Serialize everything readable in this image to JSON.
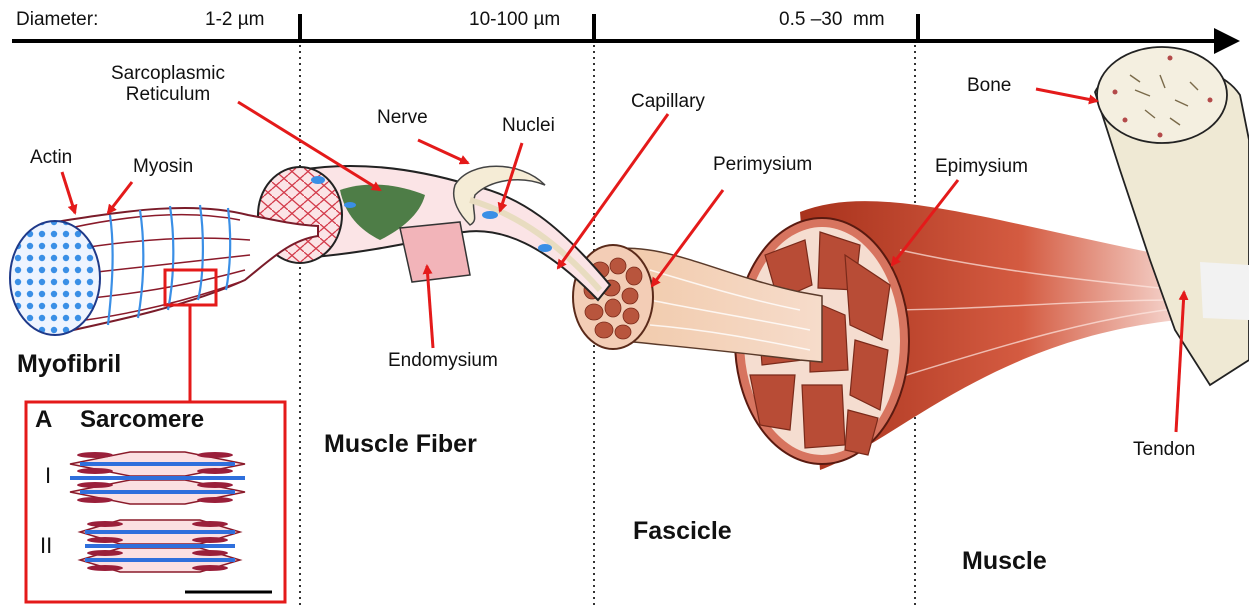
{
  "scale": {
    "title": "Diameter:",
    "ranges": [
      "1-2 µm",
      "10-100 µm",
      "0.5 –30  mm"
    ]
  },
  "sections": {
    "myofibril": "Myofibril",
    "muscle_fiber": "Muscle Fiber",
    "fascicle": "Fascicle",
    "muscle": "Muscle"
  },
  "labels": {
    "actin": "Actin",
    "myosin": "Myosin",
    "sarcoplasmic_reticulum": "Sarcoplasmic\nReticulum",
    "nerve": "Nerve",
    "nuclei": "Nuclei",
    "endomysium": "Endomysium",
    "capillary": "Capillary",
    "perimysium": "Perimysium",
    "epimysium": "Epimysium",
    "bone": "Bone",
    "tendon": "Tendon"
  },
  "inset": {
    "panel_letter": "A",
    "title": "Sarcomere",
    "row_i": "I",
    "row_ii": "II"
  },
  "colors": {
    "arrow": "#e41a1a",
    "actin_blue": "#3a8fe6",
    "tissue_pink": "#f6b7bd",
    "muscle_red": "#c8452e",
    "bone": "#e8e2cc"
  }
}
